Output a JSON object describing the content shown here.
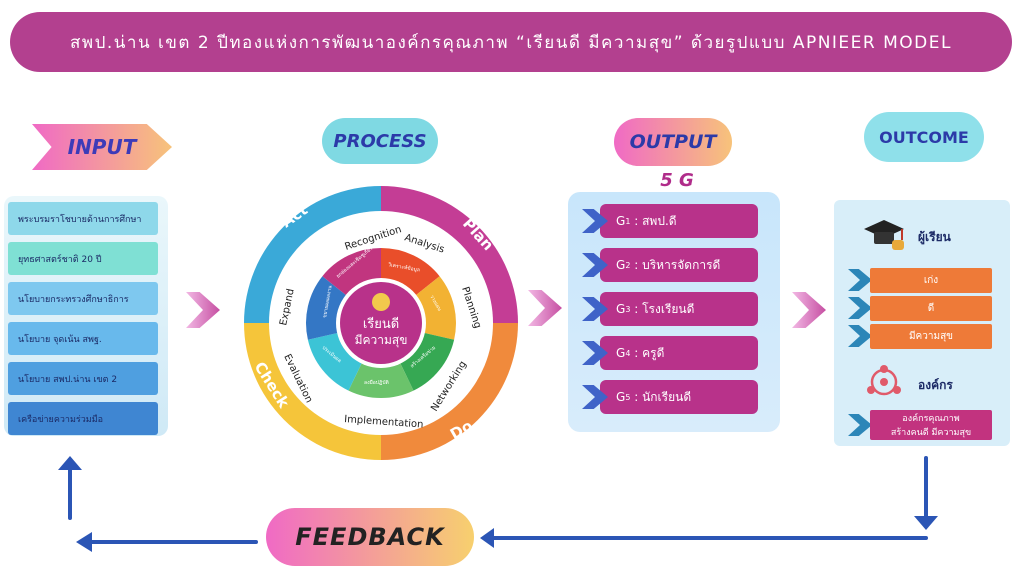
{
  "title": "สพป.น่าน เขต 2 ปีทองแห่งการพัฒนาองค์กรคุณภาพ “เรียนดี มีความสุข” ด้วยรูปแบบ APNIEER MODEL",
  "input": {
    "header": "INPUT",
    "items": [
      "พระบรมราโชบายด้านการศึกษา",
      "ยุทธศาสตร์ชาติ 20 ปี",
      "นโยบายกระทรวงศึกษาธิการ",
      "นโยบาย จุดเน้น สพฐ.",
      "นโยบาย สพป.น่าน เขต 2",
      "เครือข่ายความร่วมมือ"
    ]
  },
  "process": {
    "header": "PROCESS",
    "center": [
      "เรียนดี",
      "มีความสุข"
    ],
    "outer": [
      "Act",
      "Plan",
      "Do",
      "Check"
    ],
    "ring": [
      "Recognition",
      "Analysis",
      "Planning",
      "Networking",
      "Implementation",
      "Evaluation",
      "Expand"
    ],
    "inner": [
      "ยกย่องและเชิดชูเกียรติ",
      "วิเคราะห์ข้อมูล",
      "วางแผน",
      "สร้างเครือข่าย",
      "ลงมือปฏิบัติ",
      "ประเมินผล",
      "ขยายผลผลงาน"
    ]
  },
  "output": {
    "header": "OUTPUT",
    "subheader": "5 G",
    "items": [
      {
        "sub": "1",
        "label": ": สพป.ดี"
      },
      {
        "sub": "2",
        "label": ": บริหารจัดการดี"
      },
      {
        "sub": "3",
        "label": ": โรงเรียนดี"
      },
      {
        "sub": "4",
        "label": ": ครูดี"
      },
      {
        "sub": "5",
        "label": ": นักเรียนดี"
      }
    ]
  },
  "outcome": {
    "header": "OUTCOME",
    "learner_label": "ผู้เรียน",
    "learner_items": [
      "เก่ง",
      "ดี",
      "มีความสุข"
    ],
    "org_label": "องค์กร",
    "org_item": [
      "องค์กรคุณภาพ",
      "สร้างคนดี มีความสุข"
    ]
  },
  "feedback": "FEEDBACK",
  "colors": {
    "title_bg": "#b3408f",
    "g_item": "#b8328a",
    "outcome_item": "#ee7a38",
    "arrow_blue": "#2b55b5"
  }
}
